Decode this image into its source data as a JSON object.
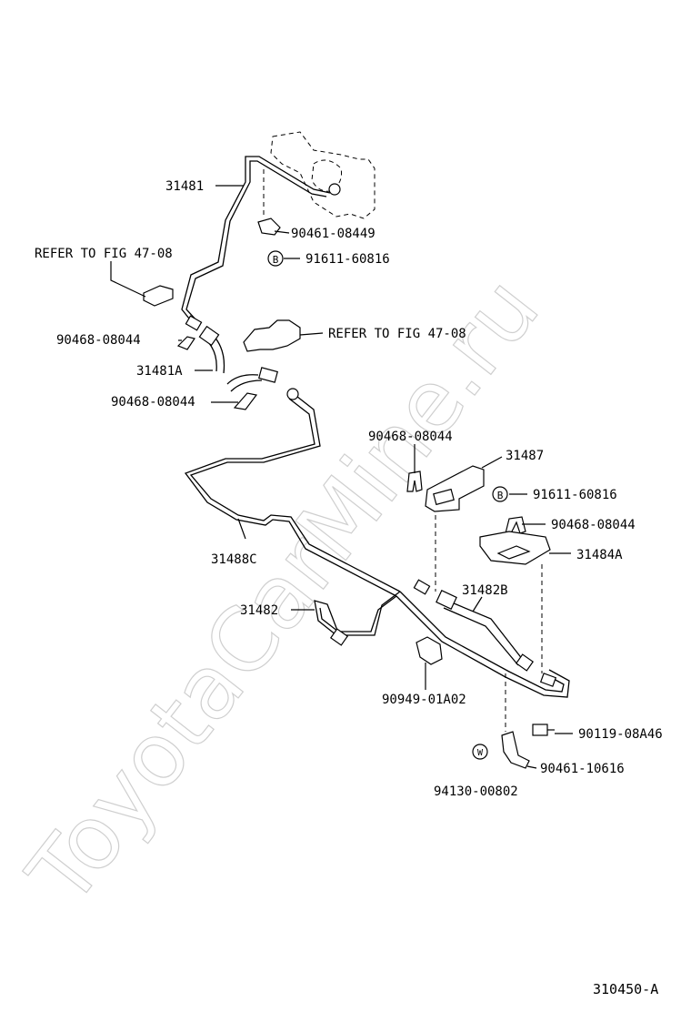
{
  "watermark": "ToyotaCarMine.ru",
  "figure_code": "310450-A",
  "labels": {
    "p31481": "31481",
    "p90461_08449": "90461-08449",
    "p91611_60816_top": "91611-60816",
    "refer1": "REFER TO FIG 47-08",
    "refer2": "REFER TO FIG 47-08",
    "p90468_08044_a": "90468-08044",
    "p31481A": "31481A",
    "p90468_08044_b": "90468-08044",
    "p90468_08044_c": "90468-08044",
    "p31487": "31487",
    "p91611_60816_mid": "91611-60816",
    "p90468_08044_d": "90468-08044",
    "p31484A": "31484A",
    "p31488C": "31488C",
    "p31482B": "31482B",
    "p31482": "31482",
    "p90949_01A02": "90949-01A02",
    "p90119_08A46": "90119-08A46",
    "p90461_10616": "90461-10616",
    "p94130_00802": "94130-00802"
  },
  "markers": {
    "b_top": "B",
    "b_mid": "B",
    "w": "W"
  }
}
